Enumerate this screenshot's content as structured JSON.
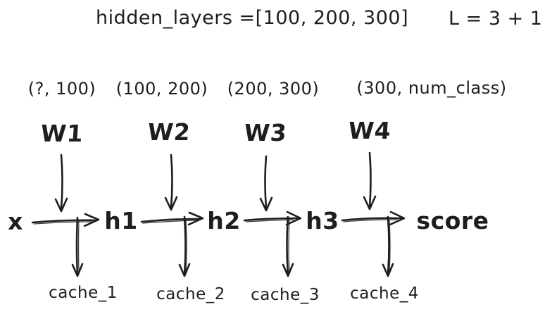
{
  "header": {
    "hidden_layers": "hidden_layers =[100, 200, 300]",
    "depth_formula": "L = 3 + 1"
  },
  "weights": [
    {
      "label": "W1",
      "shape": "(?, 100)"
    },
    {
      "label": "W2",
      "shape": "(100, 200)"
    },
    {
      "label": "W3",
      "shape": "(200, 300)"
    },
    {
      "label": "W4",
      "shape": "(300, num_class)"
    }
  ],
  "nodes": {
    "input": "x",
    "h1": "h1",
    "h2": "h2",
    "h3": "h3",
    "output": "score"
  },
  "caches": [
    "cache_1",
    "cache_2",
    "cache_3",
    "cache_4"
  ],
  "connections": {
    "forward_flow": [
      [
        "x",
        "h1"
      ],
      [
        "h1",
        "h2"
      ],
      [
        "h2",
        "h3"
      ],
      [
        "h3",
        "score"
      ]
    ],
    "weight_inputs": [
      "W1",
      "W2",
      "W3",
      "W4"
    ],
    "cache_outputs": [
      "cache_1",
      "cache_2",
      "cache_3",
      "cache_4"
    ]
  },
  "colors": {
    "ink": "#1e1e1e",
    "background": "#ffffff"
  }
}
